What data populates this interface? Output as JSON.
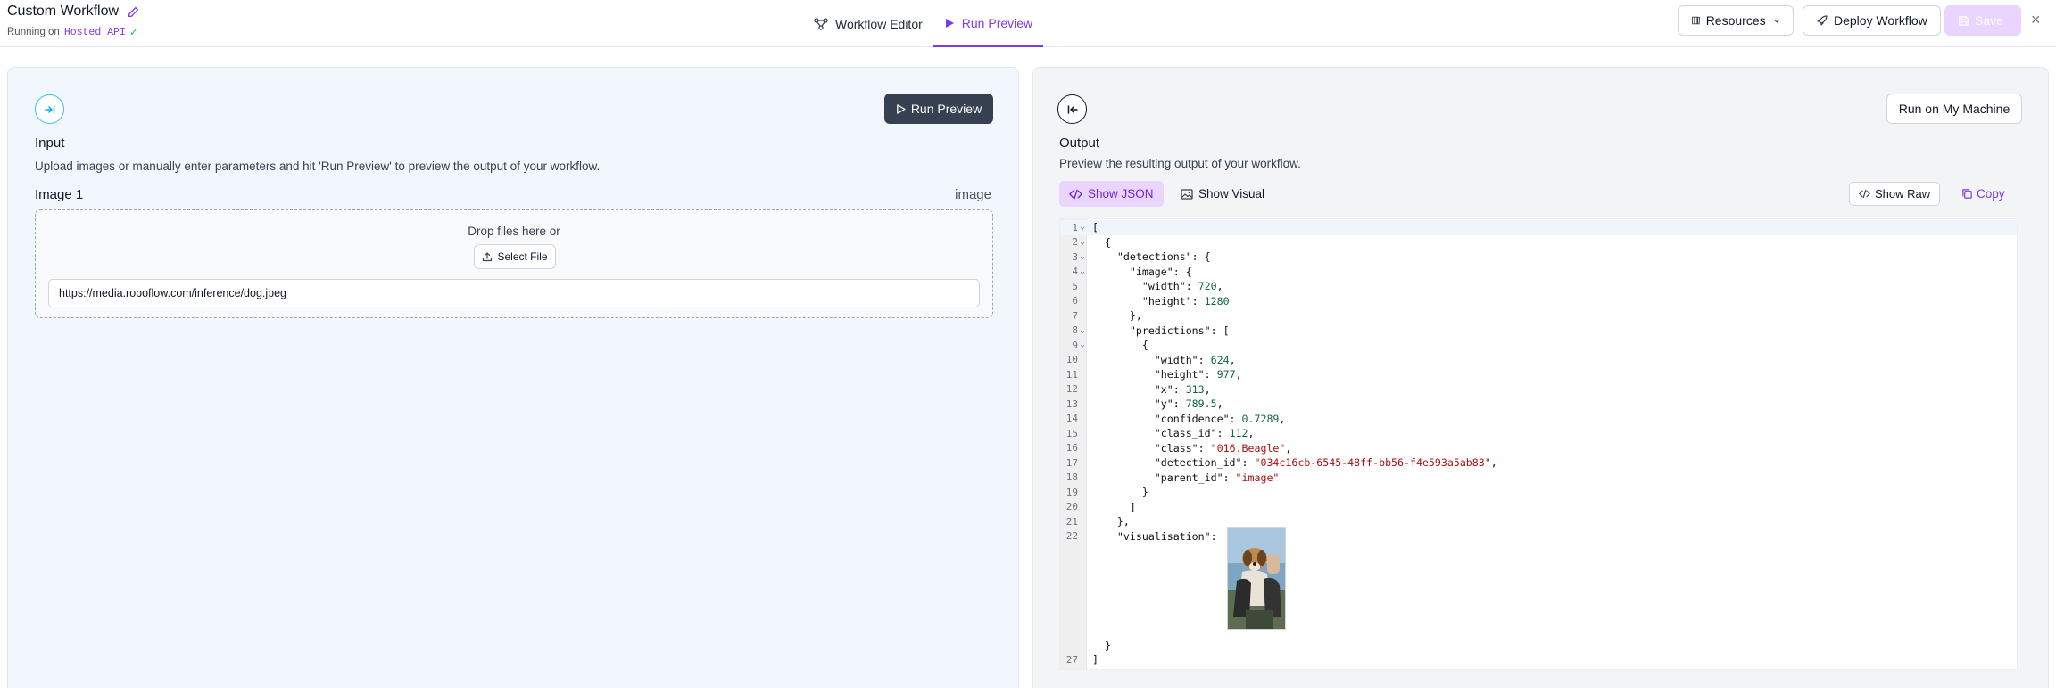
{
  "header": {
    "title": "Custom Workflow",
    "running_prefix": "Running on",
    "running_target": "Hosted API",
    "check_glyph": "✓",
    "tabs": [
      {
        "label": "Workflow Editor",
        "icon": "workflow-graph-icon",
        "active": false
      },
      {
        "label": "Run Preview",
        "icon": "play-icon",
        "active": true
      }
    ],
    "resources_label": "Resources",
    "deploy_label": "Deploy Workflow",
    "save_label": "Save",
    "close_glyph": "×"
  },
  "input_panel": {
    "run_button": "Run Preview",
    "title": "Input",
    "subtitle": "Upload images or manually enter parameters and hit 'Run Preview' to preview the output of your workflow.",
    "field_label": "Image 1",
    "field_type": "image",
    "drop_text": "Drop files here or",
    "select_file_label": "Select File",
    "url_value": "https://media.roboflow.com/inference/dog.jpeg"
  },
  "output_panel": {
    "run_machine_label": "Run on My Machine",
    "title": "Output",
    "subtitle": "Preview the resulting output of your workflow.",
    "show_json_label": "Show JSON",
    "show_visual_label": "Show Visual",
    "show_raw_label": "Show Raw",
    "copy_label": "Copy",
    "visualisation_image": "dog-thumbnail-image"
  },
  "code_lines": [
    {
      "n": "1",
      "fold": true,
      "tokens": [
        [
          "p",
          "["
        ]
      ]
    },
    {
      "n": "2",
      "fold": true,
      "tokens": [
        [
          "p",
          "  {"
        ]
      ]
    },
    {
      "n": "3",
      "fold": true,
      "tokens": [
        [
          "p",
          "    \"detections\": {"
        ]
      ]
    },
    {
      "n": "4",
      "fold": true,
      "tokens": [
        [
          "p",
          "      \"image\": {"
        ]
      ]
    },
    {
      "n": "5",
      "fold": false,
      "tokens": [
        [
          "p",
          "        \"width\": "
        ],
        [
          "num",
          "720"
        ],
        [
          "p",
          ","
        ]
      ]
    },
    {
      "n": "6",
      "fold": false,
      "tokens": [
        [
          "p",
          "        \"height\": "
        ],
        [
          "num",
          "1280"
        ]
      ]
    },
    {
      "n": "7",
      "fold": false,
      "tokens": [
        [
          "p",
          "      },"
        ]
      ]
    },
    {
      "n": "8",
      "fold": true,
      "tokens": [
        [
          "p",
          "      \"predictions\": ["
        ]
      ]
    },
    {
      "n": "9",
      "fold": true,
      "tokens": [
        [
          "p",
          "        {"
        ]
      ]
    },
    {
      "n": "10",
      "fold": false,
      "tokens": [
        [
          "p",
          "          \"width\": "
        ],
        [
          "num",
          "624"
        ],
        [
          "p",
          ","
        ]
      ]
    },
    {
      "n": "11",
      "fold": false,
      "tokens": [
        [
          "p",
          "          \"height\": "
        ],
        [
          "num",
          "977"
        ],
        [
          "p",
          ","
        ]
      ]
    },
    {
      "n": "12",
      "fold": false,
      "tokens": [
        [
          "p",
          "          \"x\": "
        ],
        [
          "num",
          "313"
        ],
        [
          "p",
          ","
        ]
      ]
    },
    {
      "n": "13",
      "fold": false,
      "tokens": [
        [
          "p",
          "          \"y\": "
        ],
        [
          "num",
          "789.5"
        ],
        [
          "p",
          ","
        ]
      ]
    },
    {
      "n": "14",
      "fold": false,
      "tokens": [
        [
          "p",
          "          \"confidence\": "
        ],
        [
          "num",
          "0.7289"
        ],
        [
          "p",
          ","
        ]
      ]
    },
    {
      "n": "15",
      "fold": false,
      "tokens": [
        [
          "p",
          "          \"class_id\": "
        ],
        [
          "num",
          "112"
        ],
        [
          "p",
          ","
        ]
      ]
    },
    {
      "n": "16",
      "fold": false,
      "tokens": [
        [
          "p",
          "          \"class\": "
        ],
        [
          "str",
          "\"016.Beagle\""
        ],
        [
          "p",
          ","
        ]
      ]
    },
    {
      "n": "17",
      "fold": false,
      "tokens": [
        [
          "p",
          "          \"detection_id\": "
        ],
        [
          "str",
          "\"034c16cb-6545-48ff-bb56-f4e593a5ab83\""
        ],
        [
          "p",
          ","
        ]
      ]
    },
    {
      "n": "18",
      "fold": false,
      "tokens": [
        [
          "p",
          "          \"parent_id\": "
        ],
        [
          "str",
          "\"image\""
        ]
      ]
    },
    {
      "n": "19",
      "fold": false,
      "tokens": [
        [
          "p",
          "        }"
        ]
      ]
    },
    {
      "n": "20",
      "fold": false,
      "tokens": [
        [
          "p",
          "      ]"
        ]
      ]
    },
    {
      "n": "21",
      "fold": false,
      "tokens": [
        [
          "p",
          "    },"
        ]
      ]
    },
    {
      "n": "22",
      "fold": false,
      "tokens": [
        [
          "p",
          "    \"visualisation\":"
        ]
      ]
    },
    {
      "n": "",
      "fold": false,
      "tokens": [
        [
          "p",
          "  }"
        ]
      ]
    },
    {
      "n": "27",
      "fold": false,
      "tokens": [
        [
          "p",
          "]"
        ]
      ]
    }
  ],
  "colors": {
    "accent": "#7c3aed",
    "run_button_bg": "#374151",
    "input_panel_bg": "#f1f7fd",
    "output_panel_bg": "#f3f4f6"
  }
}
